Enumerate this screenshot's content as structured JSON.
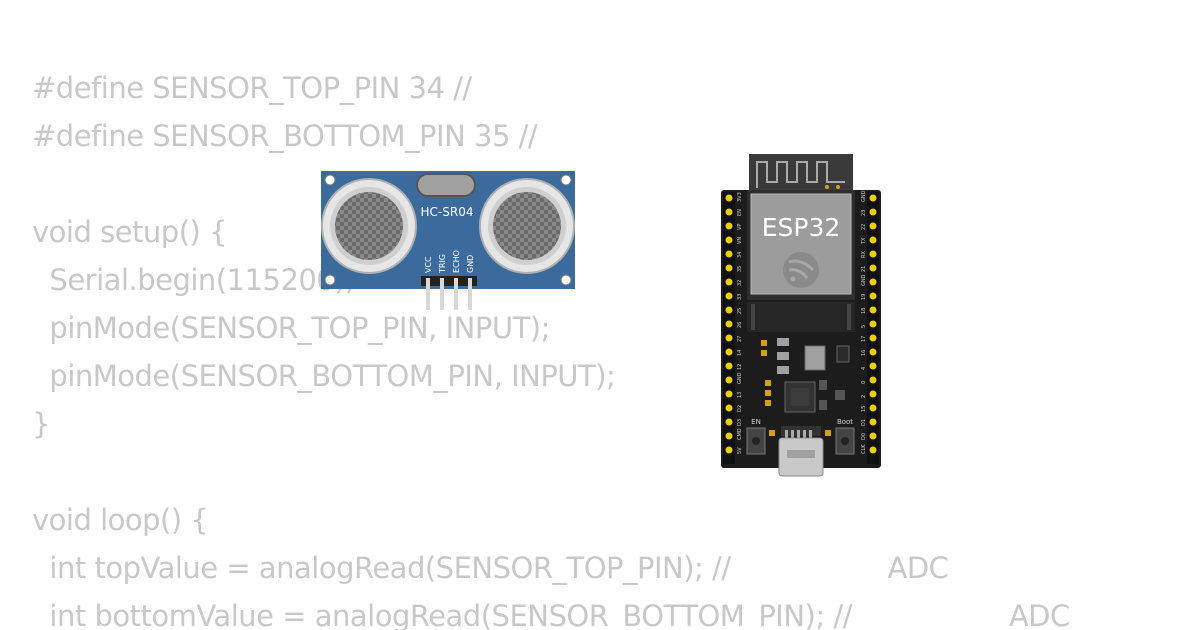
{
  "code": {
    "lines": [
      "#define SENSOR_TOP_PIN 34 //",
      "#define SENSOR_BOTTOM_PIN 35 //",
      "",
      "void setup() {",
      "  Serial.begin(115200);",
      "  pinMode(SENSOR_TOP_PIN, INPUT);",
      "  pinMode(SENSOR_BOTTOM_PIN, INPUT);",
      "}",
      "",
      "void loop() {",
      "  int topValue = analogRead(SENSOR_TOP_PIN); //                  ADC",
      "  int bottomValue = analogRead(SENSOR_BOTTOM_PIN); //                  ADC"
    ]
  },
  "hcsr04": {
    "label": "HC-SR04",
    "pins": [
      "VCC",
      "TRIG",
      "ECHO",
      "GND"
    ],
    "board_color": "#3a6a9a"
  },
  "esp32": {
    "label": "ESP32",
    "en_label": "EN",
    "boot_label": "Boot",
    "left_pins": [
      "3V3",
      "EN",
      "VP",
      "VN",
      "34",
      "35",
      "32",
      "33",
      "25",
      "26",
      "27",
      "14",
      "12",
      "GND",
      "13",
      "D2",
      "D3",
      "CMD",
      "5V"
    ],
    "right_pins": [
      "GND",
      "23",
      "22",
      "TX",
      "RX",
      "21",
      "GND",
      "19",
      "18",
      "5",
      "17",
      "16",
      "4",
      "0",
      "2",
      "15",
      "D1",
      "D0",
      "CLK"
    ],
    "board_color": "#1a1a1a",
    "module_color": "#9a9a9a"
  }
}
